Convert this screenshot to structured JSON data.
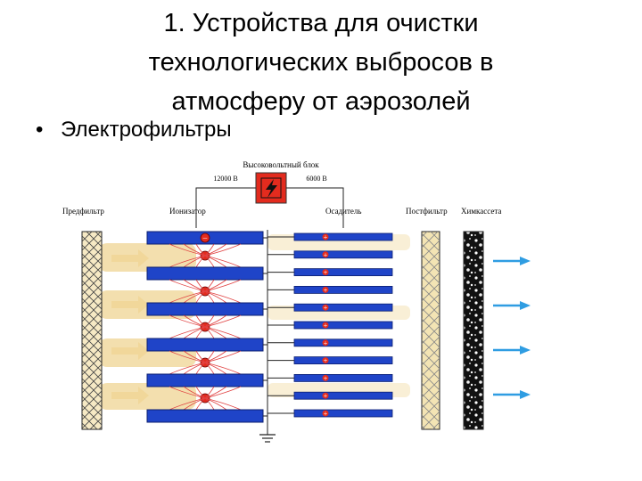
{
  "slide": {
    "title_line1": "1. Устройства для очистки",
    "title_line2": "технологических выбросов в",
    "title_line3": "атмосферу от аэрозолей",
    "bullet_marker": "•",
    "bullet_text": "Электрофильтры"
  },
  "diagram": {
    "hv_block_label": "Высоковольтный блок",
    "voltage_left": "12000 В",
    "voltage_right": "6000 В",
    "labels": {
      "prefilter": "Предфильтр",
      "ionizer": "Ионизатор",
      "collector": "Осадитель",
      "postfilter": "Постфильтр",
      "chemcassette": "Химкассета"
    },
    "ionizer_sign": "−",
    "collector_sign": "+",
    "colors": {
      "plate_blue": "#1f44c8",
      "hv_red": "#e32b1e",
      "field_lines": "#e04040",
      "dust": "#f1d79a",
      "arrow": "#2f9de2"
    },
    "icons": [
      "lightning-icon",
      "ground-icon",
      "arrow-right-icon"
    ]
  }
}
